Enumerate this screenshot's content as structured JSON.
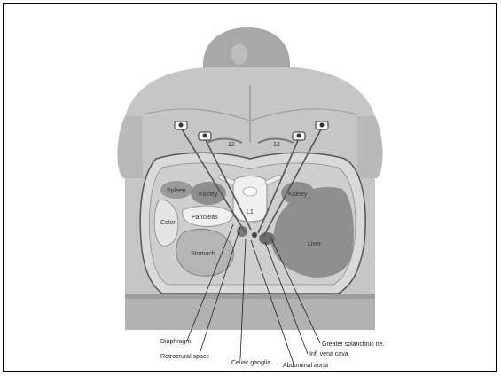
{
  "organs": {
    "spleen": "Spleen",
    "kidney_left": "Kidney",
    "kidney_right": "Kidney",
    "colon": "Colon",
    "pancreas": "Pancreas",
    "stomach": "Stomach",
    "liver": "Liver",
    "vertebra": "L1",
    "rib_left": "12",
    "rib_right": "12"
  },
  "callouts": [
    {
      "id": "diaphragm",
      "label": "Diaphragm"
    },
    {
      "id": "retrocrural-space",
      "label": "Retrocrural space"
    },
    {
      "id": "celiac-ganglia",
      "label": "Celiac ganglia"
    },
    {
      "id": "abdominal-aorta",
      "label": "Abdominal aorta"
    },
    {
      "id": "inf-vena-cava",
      "label": "Inf. vena cava"
    },
    {
      "id": "greater-splanchnic",
      "label": "Greater splanchnic ne."
    }
  ],
  "colors": {
    "skin": "#c8c8c8",
    "skin_dark": "#a9a9a9",
    "cavity": "#d9d9d9",
    "organ_dark": "#8c8c8c",
    "organ_mid": "#b4b4b4",
    "organ_light": "#e6e6e6",
    "base": "#b0b0b0"
  }
}
